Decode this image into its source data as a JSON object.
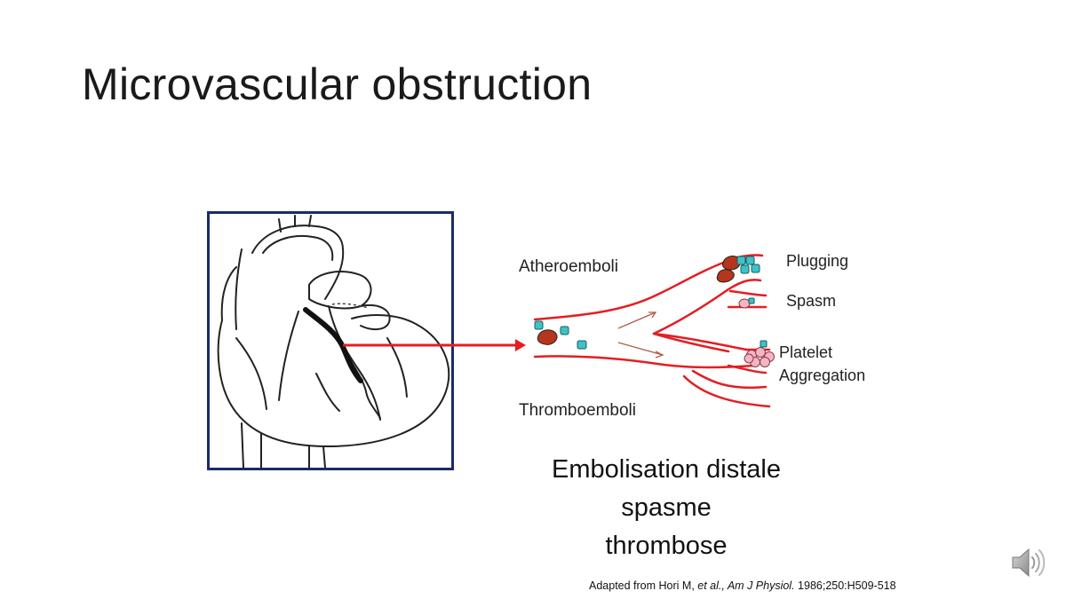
{
  "slide": {
    "title": "Microvascular obstruction"
  },
  "diagram": {
    "label_atheroemboli": "Atheroemboli",
    "label_thromboemboli": "Thromboemboli",
    "label_plugging": "Plugging",
    "label_spasm": "Spasm",
    "label_platelet": "Platelet",
    "label_aggregation": "Aggregation",
    "colors": {
      "vessel": "#e31e24",
      "arrow": "#e31e24",
      "emboli_red": "#b5361d",
      "emboli_cyan": "#3cc3c8",
      "platelet_pink": "#f4b6c2",
      "heart_frame": "#1c2a6b"
    }
  },
  "caption": {
    "line1": "Embolisation distale",
    "line2": "spasme",
    "line3": "thrombose"
  },
  "reference": {
    "prefix": "Adapted from Hori M, ",
    "etal": "et al., Am J Physiol.",
    "suffix": " 1986;250:H509-518"
  },
  "audio_icon": "speaker-icon"
}
